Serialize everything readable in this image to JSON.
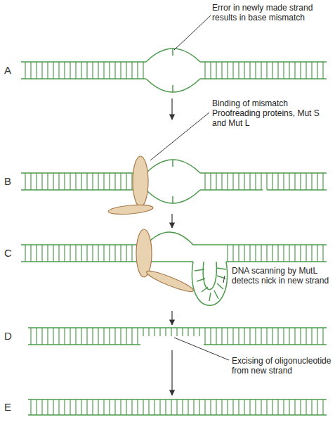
{
  "diagram": {
    "labels": [
      "Error in newly made strand results in base mismatch",
      "A",
      "Binding of mismatch Proofreading proteins, Mut S and Mut L",
      "B",
      "C",
      "DNA scanning by MutL detects nick in new strand",
      "D",
      "Excising of oligonucleotide from new strand",
      "E"
    ]
  }
}
